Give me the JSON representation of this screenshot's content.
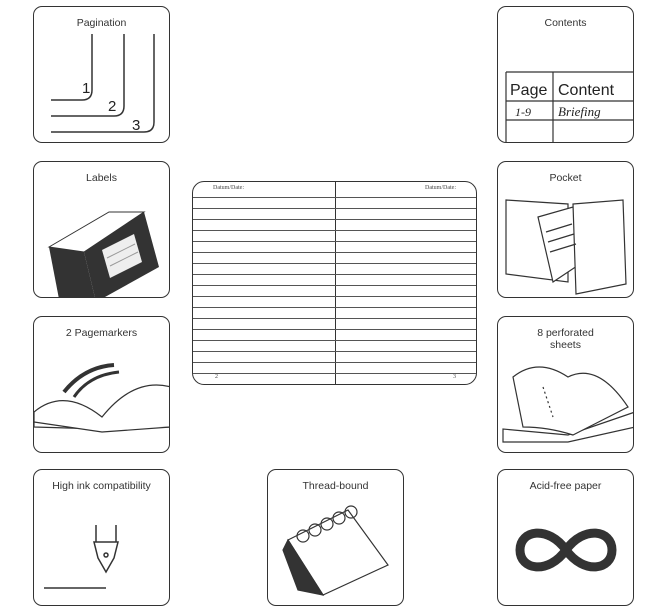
{
  "features": {
    "pagination": {
      "title": "Pagination",
      "numbers": [
        "1",
        "2",
        "3"
      ]
    },
    "contents": {
      "title": "Contents",
      "col_page": "Page",
      "col_content": "Content",
      "row_page": "1-9",
      "row_content": "Briefing"
    },
    "labels": {
      "title": "Labels"
    },
    "pocket": {
      "title": "Pocket"
    },
    "pagemarkers": {
      "title": "2 Pagemarkers"
    },
    "perforated": {
      "title": "8 perforated sheets"
    },
    "ink": {
      "title": "High ink compatibility"
    },
    "thread": {
      "title": "Thread-bound"
    },
    "acid": {
      "title": "Acid-free paper"
    }
  },
  "notebook": {
    "left_header": "Datum/Date:",
    "right_header": "Datum/Date:",
    "left_page": "2",
    "right_page": "3"
  }
}
